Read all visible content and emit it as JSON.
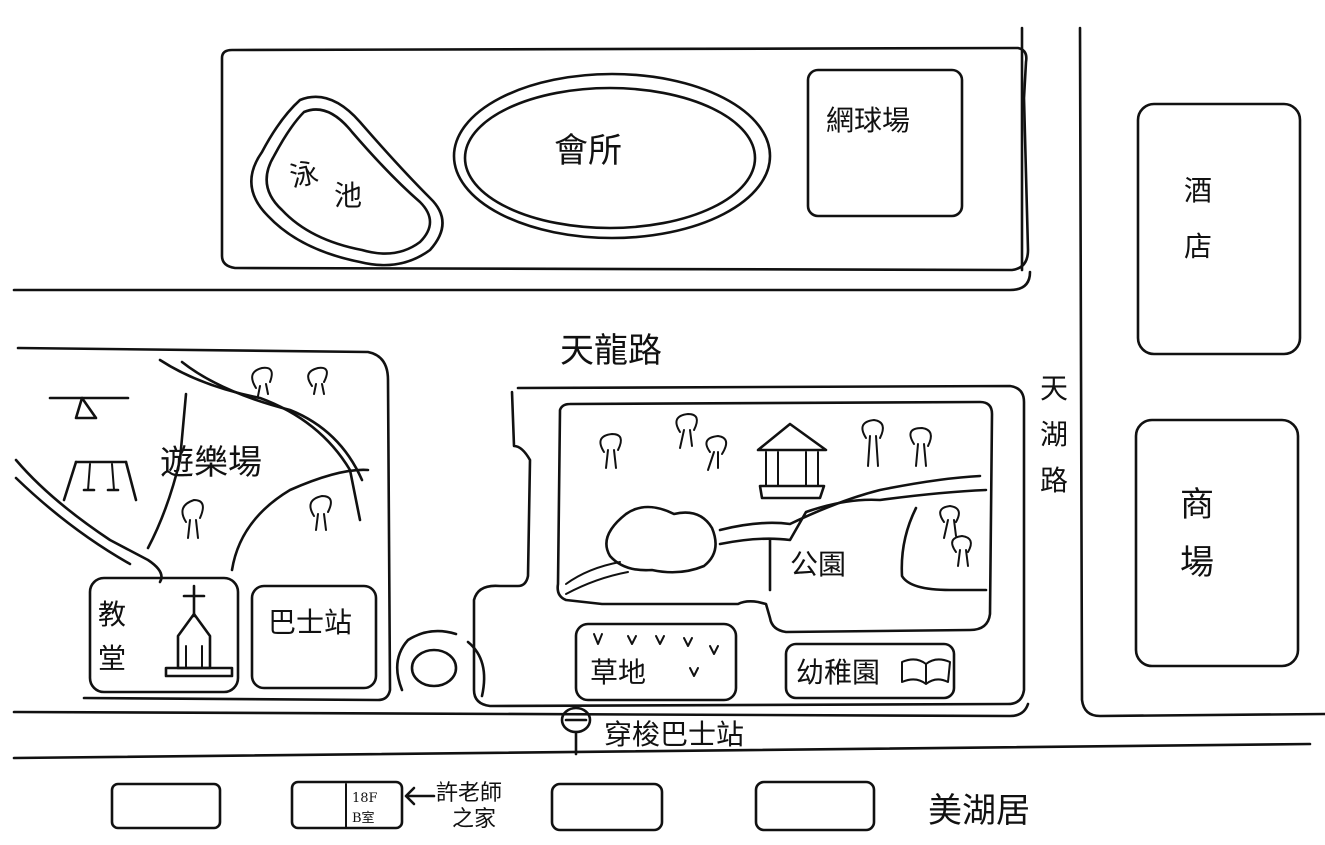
{
  "labels": {
    "swimming_pool": [
      "泳",
      "池"
    ],
    "clubhouse": "會所",
    "tennis_court": "網球場",
    "hotel": [
      "酒",
      "店"
    ],
    "tianlong_road": "天龍路",
    "tianhu_road": [
      "天",
      "湖",
      "路"
    ],
    "playground": "遊樂場",
    "church": [
      "教",
      "堂"
    ],
    "bus_stop": "巴士站",
    "park": "公園",
    "lawn": "草地",
    "kindergarten": "幼稚園",
    "mall": [
      "商",
      "場"
    ],
    "shuttle_bus_stop": "穿梭巴士站",
    "teacher_home": [
      "許老師",
      "之家"
    ],
    "unit": [
      "18F",
      "B室"
    ],
    "estate": "美湖居"
  },
  "colors": {
    "ink": "#111111",
    "paper": "#ffffff"
  }
}
